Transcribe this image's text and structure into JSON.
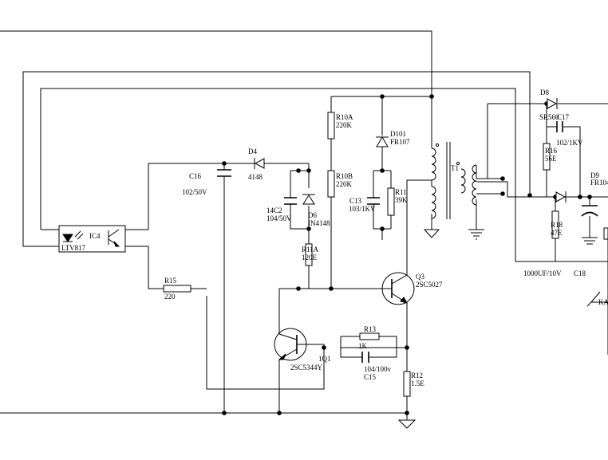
{
  "components": {
    "ic4": {
      "ref": "IC4",
      "value": "LTV817"
    },
    "c16": {
      "ref": "C16",
      "value": "102/50V"
    },
    "d4": {
      "ref": "D4",
      "value": "4148"
    },
    "c14": {
      "ref": "14C2",
      "value": "104/50V"
    },
    "d6": {
      "ref": "D6",
      "value": "IN4148"
    },
    "r11a": {
      "ref": "R11A",
      "value": "120E"
    },
    "r10a": {
      "ref": "R10A",
      "value": "220K"
    },
    "r10b": {
      "ref": "R10B",
      "value": "220K"
    },
    "d101": {
      "ref": "D101",
      "value": "FR107"
    },
    "c13": {
      "ref": "C13",
      "value": "103/1KV"
    },
    "r11": {
      "ref": "R11",
      "value": "39K"
    },
    "t1": {
      "ref": "T1"
    },
    "q3": {
      "ref": "Q3",
      "value": "2SC5027"
    },
    "q1": {
      "ref": "1Q1",
      "value": "2SC5344Y"
    },
    "r13": {
      "ref": "R13",
      "value": "1K"
    },
    "c15": {
      "ref": "C15",
      "value": "104/100v"
    },
    "r12": {
      "ref": "R12",
      "value": "1.5E"
    },
    "r15": {
      "ref": "R15",
      "value": "220"
    },
    "d8": {
      "ref": "D8",
      "value": "SR560"
    },
    "c17": {
      "ref": "C17",
      "value": "102/1KV"
    },
    "r16": {
      "ref": "R16",
      "value": "56E"
    },
    "d9": {
      "ref": "D9",
      "value": "FR104"
    },
    "r18": {
      "ref": "R18",
      "value": "47E"
    },
    "c18": {
      "ref": "C18",
      "value": "1000UF/10V"
    },
    "ka": {
      "ref": "KA"
    }
  }
}
